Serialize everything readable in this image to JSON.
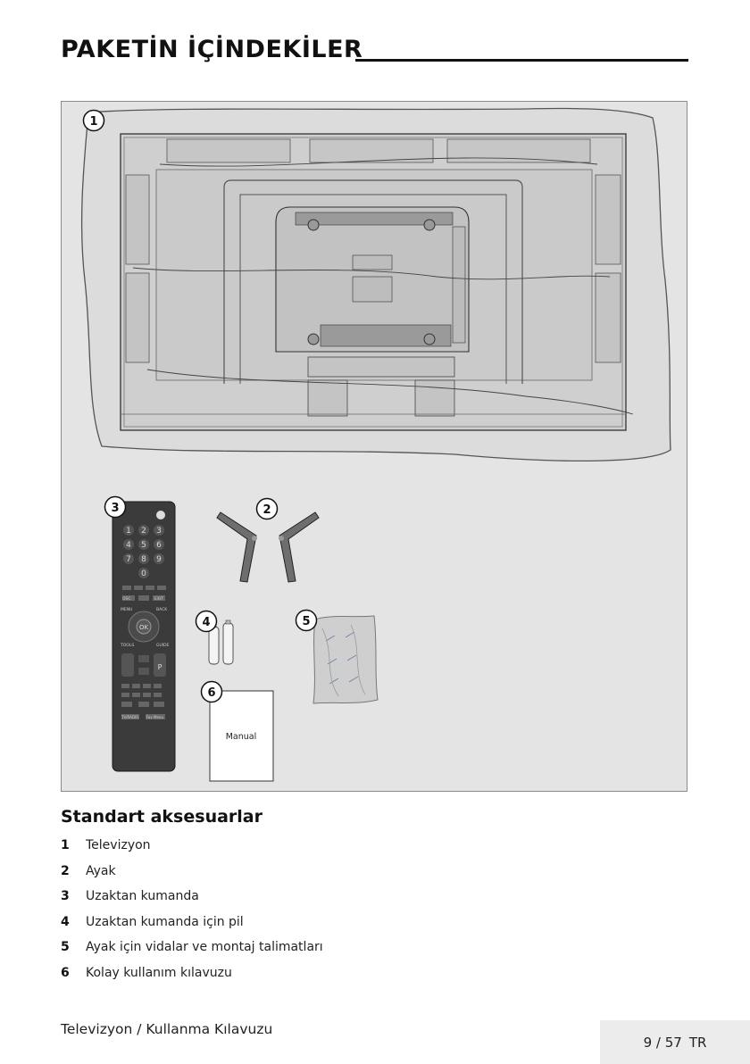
{
  "header": {
    "title": "PAKETİN İÇİNDEKİLER"
  },
  "figure": {
    "callouts": [
      "1",
      "2",
      "3",
      "4",
      "5",
      "6"
    ],
    "manual_label": "Manual",
    "remote": {
      "keys_digits": [
        "1",
        "2",
        "3",
        "4",
        "5",
        "6",
        "7",
        "8",
        "9",
        "0"
      ],
      "key_ok": "OK",
      "key_p": "P",
      "key_menu": "MENU",
      "key_back": "BACK",
      "key_tools": "TOOLS",
      "key_guide": "GUIDE",
      "key_osd": "OSC",
      "key_exit": "EXIT",
      "key_bottom_left": "TV/RADIO",
      "key_bottom_right": "Fav Menu"
    }
  },
  "section": {
    "heading": "Standart aksesuarlar"
  },
  "accessories": [
    {
      "num": "1",
      "label": "Televizyon"
    },
    {
      "num": "2",
      "label": "Ayak"
    },
    {
      "num": "3",
      "label": "Uzaktan kumanda"
    },
    {
      "num": "4",
      "label": "Uzaktan kumanda için pil"
    },
    {
      "num": "5",
      "label": "Ayak için vidalar ve montaj talimatları"
    },
    {
      "num": "6",
      "label": "Kolay kullanım kılavuzu"
    }
  ],
  "footer": {
    "left": "Televizyon / Kullanma Kılavuzu",
    "page": "9 / 57",
    "lang": "TR"
  }
}
